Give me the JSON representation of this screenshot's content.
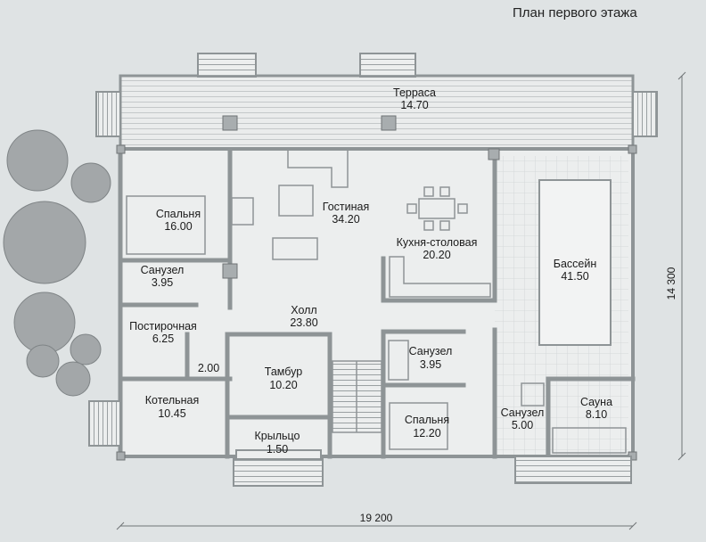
{
  "title": "План первого этажа",
  "dimensions": {
    "width": "19 200",
    "depth": "14 300"
  },
  "rooms": [
    {
      "id": "terrace",
      "name": "Терраса",
      "area": "14.70"
    },
    {
      "id": "living",
      "name": "Гостиная",
      "area": "34.20"
    },
    {
      "id": "bedroom1",
      "name": "Спальня",
      "area": "16.00"
    },
    {
      "id": "kitchen",
      "name": "Кухня-столовая",
      "area": "20.20"
    },
    {
      "id": "pool",
      "name": "Бассейн",
      "area": "41.50"
    },
    {
      "id": "bath1",
      "name": "Санузел",
      "area": "3.95"
    },
    {
      "id": "hall",
      "name": "Холл",
      "area": "23.80"
    },
    {
      "id": "laundry",
      "name": "Постирочная",
      "area": "6.25"
    },
    {
      "id": "wc",
      "name": "",
      "area": "2.00"
    },
    {
      "id": "vestibule",
      "name": "Тамбур",
      "area": "10.20"
    },
    {
      "id": "bath2",
      "name": "Санузел",
      "area": "3.95"
    },
    {
      "id": "boiler",
      "name": "Котельная",
      "area": "10.45"
    },
    {
      "id": "bedroom2",
      "name": "Спальня",
      "area": "12.20"
    },
    {
      "id": "bath3",
      "name": "Санузел",
      "area": "5.00"
    },
    {
      "id": "sauna",
      "name": "Сауна",
      "area": "8.10"
    },
    {
      "id": "porch",
      "name": "Крыльцо",
      "area": "1.50"
    }
  ],
  "colors": {
    "background": "#dfe3e4",
    "floor": "#eceeee",
    "wall": "#8e9496",
    "tree": "#9fa3a5"
  }
}
